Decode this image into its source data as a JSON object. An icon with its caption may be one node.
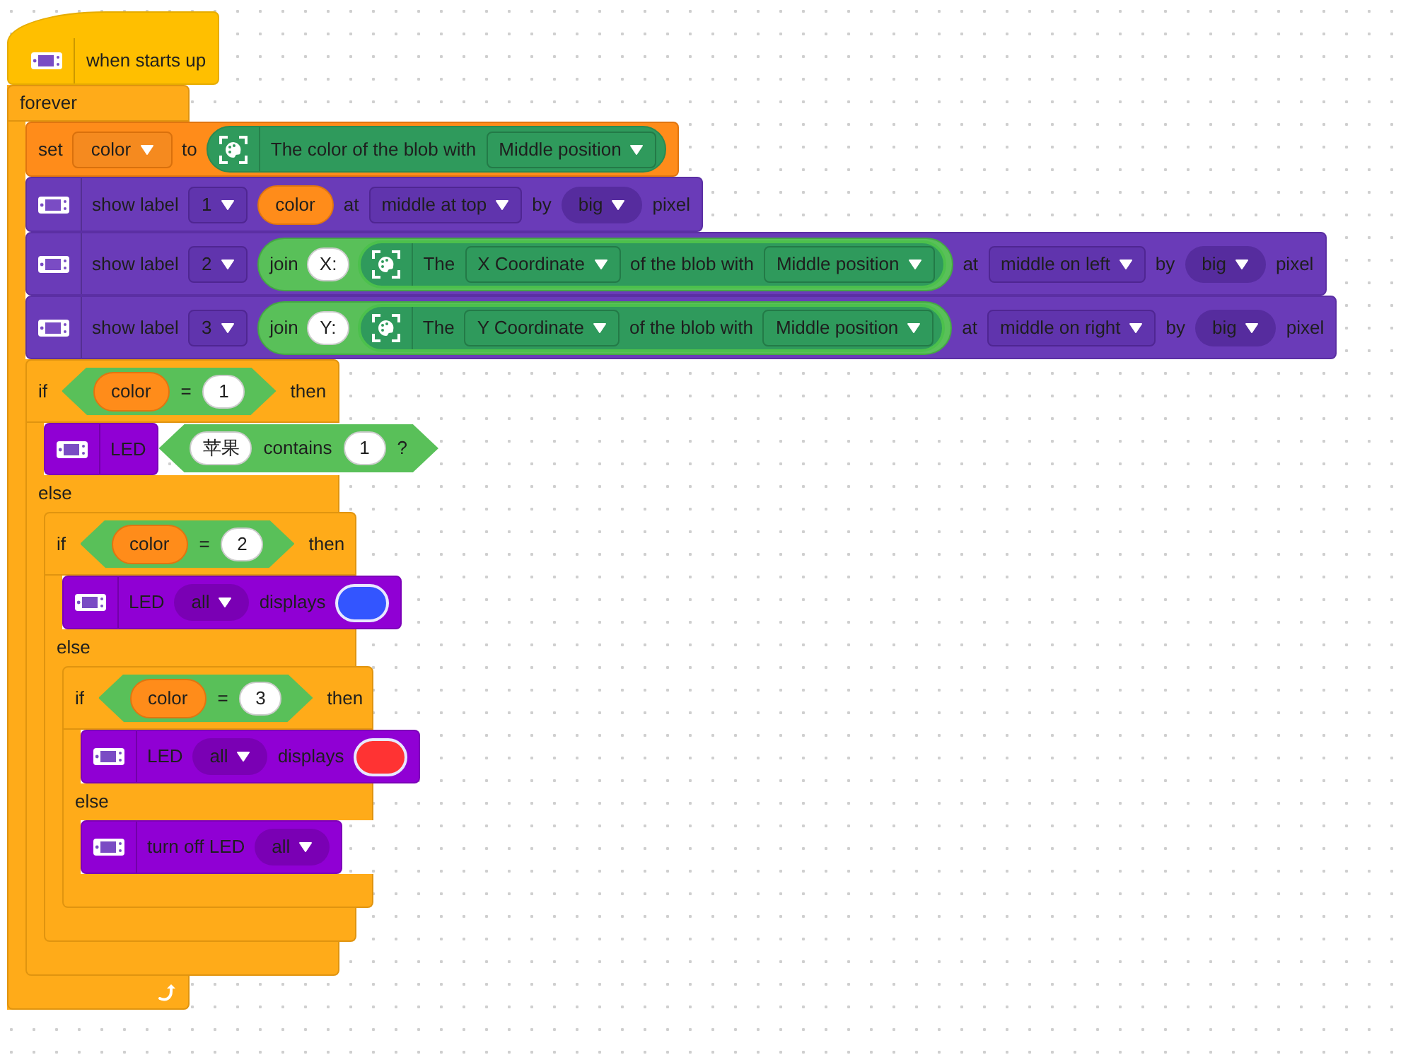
{
  "diagram": {
    "nodes": [
      {
        "text": [
          "when starts up"
        ]
      },
      {
        "text": [
          "forever"
        ]
      },
      {
        "text": [
          "set",
          "to"
        ],
        "in": 1
      },
      {
        "text": [
          "color"
        ],
        "in": 2
      },
      {
        "text": [
          "The color of the blob with"
        ],
        "in": 2
      },
      {
        "text": [
          "Middle position"
        ],
        "in": 4
      },
      {
        "text": [
          "show label",
          "at",
          "by",
          "pixel"
        ],
        "in": 1
      },
      {
        "text": [
          "1"
        ],
        "in": 6
      },
      {
        "text": [
          "color"
        ],
        "in": 6
      },
      {
        "text": [
          "middle at top"
        ],
        "in": 6
      },
      {
        "text": [
          "big"
        ],
        "in": 6
      },
      {
        "text": [
          "show label",
          "at",
          "by",
          "pixel"
        ],
        "in": 1
      },
      {
        "text": [
          "2"
        ],
        "in": 11
      },
      {
        "text": [
          "join"
        ],
        "in": 11
      },
      {
        "text": [
          "X:"
        ],
        "in": 13
      },
      {
        "text": [
          "The",
          "of the blob with"
        ],
        "in": 13
      },
      {
        "text": [
          "X Coordinate"
        ],
        "in": 15
      },
      {
        "text": [
          "Middle position"
        ],
        "in": 15
      },
      {
        "text": [
          "middle on left"
        ],
        "in": 11
      },
      {
        "text": [
          "big"
        ],
        "in": 11
      },
      {
        "text": [
          "show label",
          "at",
          "by",
          "pixel"
        ],
        "in": 1
      },
      {
        "text": [
          "3"
        ],
        "in": 20
      },
      {
        "text": [
          "join"
        ],
        "in": 20
      },
      {
        "text": [
          "Y:"
        ],
        "in": 22
      },
      {
        "text": [
          "The",
          "of the blob with"
        ],
        "in": 22
      },
      {
        "text": [
          "Y Coordinate"
        ],
        "in": 24
      },
      {
        "text": [
          "Middle position"
        ],
        "in": 24
      },
      {
        "text": [
          "middle on right"
        ],
        "in": 20
      },
      {
        "text": [
          "big"
        ],
        "in": 20
      },
      {
        "text": [
          "if",
          "then",
          "else"
        ],
        "in": 1
      },
      {
        "text": [
          "="
        ],
        "in": 29
      },
      {
        "text": [
          "color"
        ],
        "in": 30
      },
      {
        "text": [
          "1"
        ],
        "in": 30
      },
      {
        "text": [
          "LED"
        ],
        "in": 29
      },
      {
        "text": [
          "contains",
          "?"
        ],
        "in": 1
      },
      {
        "text": [
          "苹果"
        ],
        "in": 34
      },
      {
        "text": [
          "1"
        ],
        "in": 34
      },
      {
        "text": [
          "if",
          "then",
          "else"
        ],
        "in": 29
      },
      {
        "text": [
          "="
        ],
        "in": 37
      },
      {
        "text": [
          "color"
        ],
        "in": 38
      },
      {
        "text": [
          "2"
        ],
        "in": 38
      },
      {
        "text": [
          "LED",
          "displays"
        ],
        "in": 37
      },
      {
        "text": [
          "all"
        ],
        "in": 41
      },
      {
        "text": [],
        "shape": "circle",
        "in": 41
      },
      {
        "text": [
          "if",
          "then",
          "else"
        ],
        "in": 37
      },
      {
        "text": [
          "="
        ],
        "in": 44
      },
      {
        "text": [
          "color"
        ],
        "in": 45
      },
      {
        "text": [
          "3"
        ],
        "in": 45
      },
      {
        "text": [
          "LED",
          "displays"
        ],
        "in": 44
      },
      {
        "text": [
          "all"
        ],
        "in": 48
      },
      {
        "text": [],
        "shape": "circle",
        "in": 48
      },
      {
        "text": [
          "turn off LED"
        ],
        "in": 44
      },
      {
        "text": [
          "all"
        ],
        "in": 51
      }
    ]
  }
}
